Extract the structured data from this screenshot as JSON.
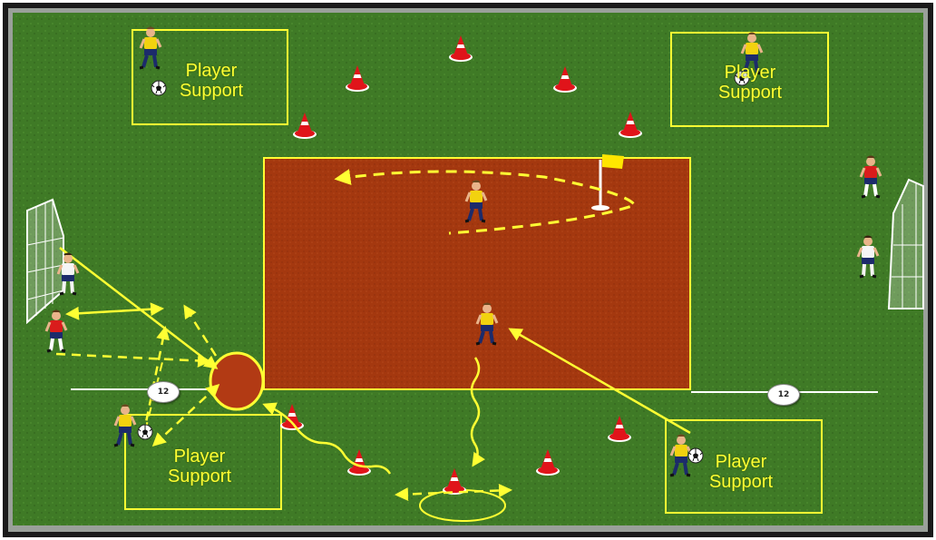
{
  "support_zones": [
    {
      "line1": "Player",
      "line2": "Support"
    },
    {
      "line1": "Player",
      "line2": "Support"
    },
    {
      "line1": "Player",
      "line2": "Support"
    },
    {
      "line1": "Player",
      "line2": "Support"
    }
  ],
  "markers": [
    {
      "number": "12"
    },
    {
      "number": "12"
    }
  ],
  "colors": {
    "grass": "#3f7a26",
    "field_area": "#a4380f",
    "lines": "#ffff33",
    "cone": "#e0141a",
    "home_kit": "#f2d20f",
    "away_kit_red": "#d91c1c",
    "away_kit_white": "#f5f5f5"
  },
  "icons": [
    "cone-icon",
    "corner-flag-icon",
    "goal-icon",
    "ball-icon",
    "player-icon"
  ]
}
